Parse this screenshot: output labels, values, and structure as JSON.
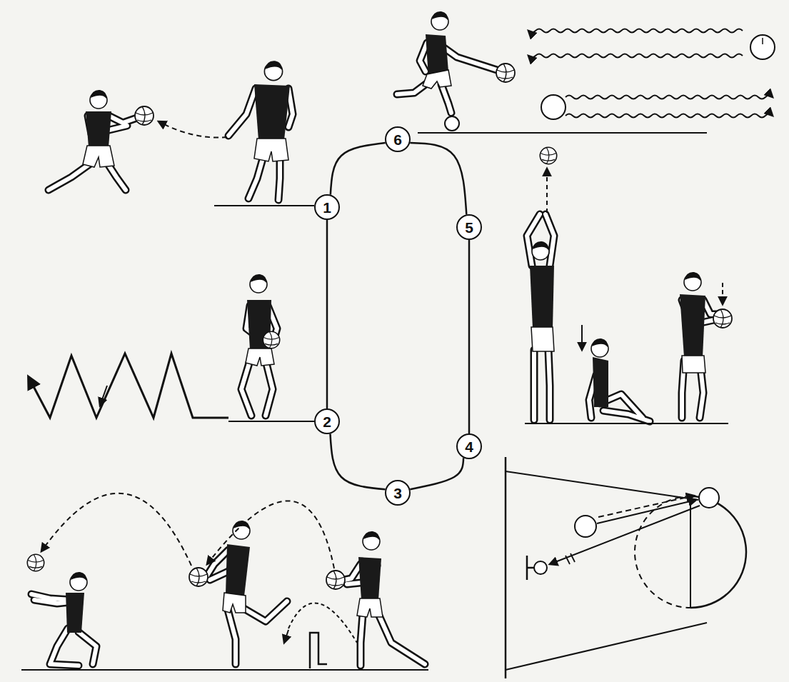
{
  "diagram": {
    "nodes": [
      {
        "text": [
          "1"
        ]
      },
      {
        "text": [
          "2"
        ]
      },
      {
        "text": [
          "3"
        ]
      },
      {
        "text": [
          "4"
        ]
      },
      {
        "text": [
          "5"
        ]
      },
      {
        "text": [
          "6"
        ]
      }
    ],
    "edges": [
      {
        "from": 0,
        "to": 1,
        "arrow": "none"
      },
      {
        "from": 1,
        "to": 2,
        "arrow": "none"
      },
      {
        "from": 2,
        "to": 3,
        "arrow": "none"
      },
      {
        "from": 3,
        "to": 4,
        "arrow": "none"
      },
      {
        "from": 4,
        "to": 5,
        "arrow": "none"
      },
      {
        "from": 5,
        "to": 0,
        "arrow": "none"
      }
    ]
  }
}
